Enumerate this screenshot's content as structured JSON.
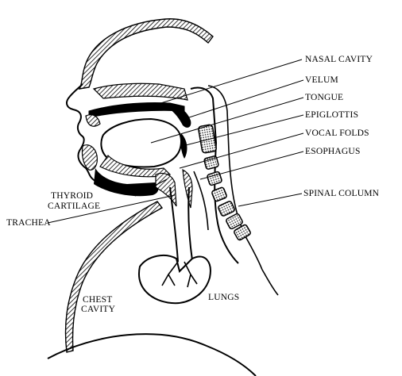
{
  "diagram": {
    "labels": {
      "nasal_cavity": "NASAL CAVITY",
      "velum": "VELUM",
      "tongue": "TONGUE",
      "epiglottis": "EPIGLOTTIS",
      "vocal_folds": "VOCAL FOLDS",
      "esophagus": "ESOPHAGUS",
      "spinal_column": "SPINAL COLUMN",
      "thyroid_cartilage_1": "THYROID",
      "thyroid_cartilage_2": "CARTILAGE",
      "trachea": "TRACHEA",
      "chest_cavity_1": "CHEST",
      "chest_cavity_2": "CAVITY",
      "lungs": "LUNGS"
    }
  }
}
